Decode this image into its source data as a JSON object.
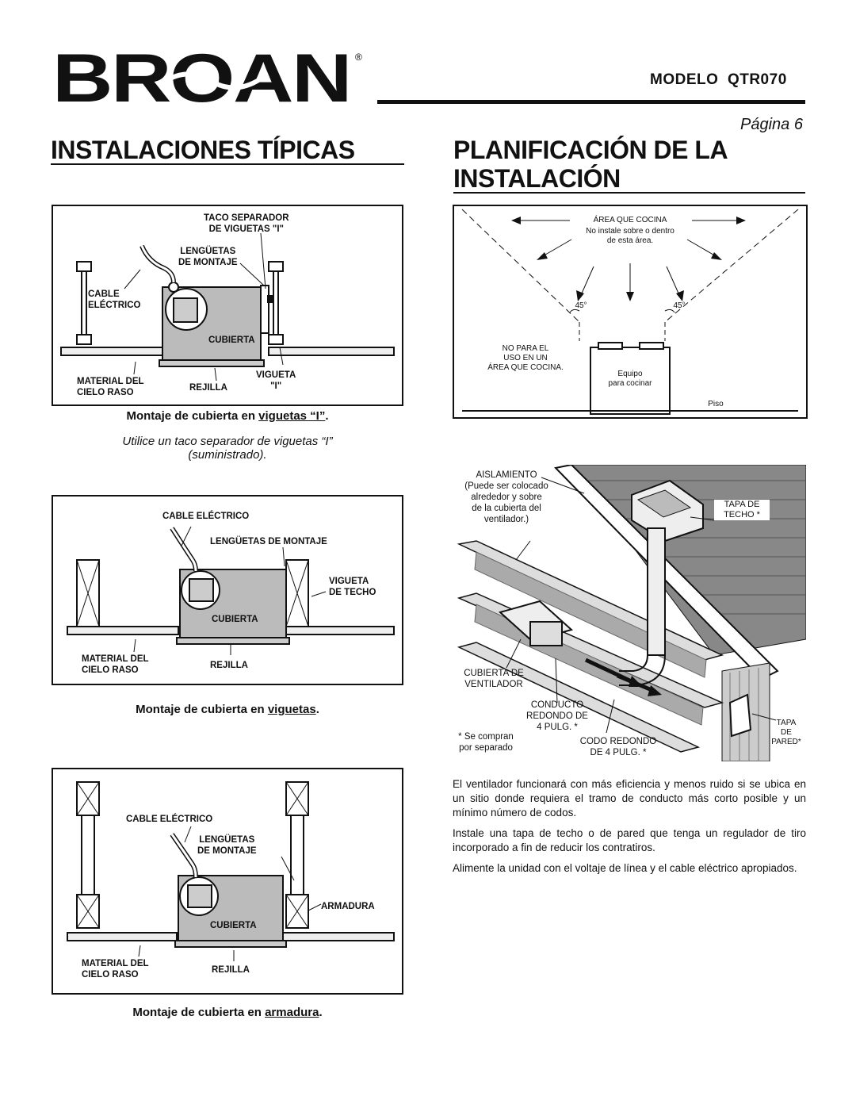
{
  "header": {
    "brand": "BROAN",
    "registered": "®",
    "model_label": "MODELO",
    "model_number": "QTR070",
    "page_label": "Página 6"
  },
  "left": {
    "title": "INSTALACIONES TÍPICAS",
    "fig1": {
      "taco": "TACO SEPARADOR",
      "taco2": "DE VIGUETAS \"I\"",
      "lenguetas": "LENGÜETAS",
      "lenguetas2": "DE MONTAJE",
      "cable": "CABLE",
      "cable2": "ELÉCTRICO",
      "cubierta": "CUBIERTA",
      "material": "MATERIAL DEL",
      "material2": "CIELO RASO",
      "rejilla": "REJILLA",
      "vigueta": "VIGUETA",
      "vigueta2": "\"I\"",
      "caption_prefix": "Montaje de cubierta en ",
      "caption_link": "viguetas “I”",
      "caption_suffix": ".",
      "note1": "Utilice un taco separador de viguetas “I”",
      "note2": "(suministrado)."
    },
    "fig2": {
      "cable": "CABLE ELÉCTRICO",
      "lenguetas": "LENGÜETAS DE MONTAJE",
      "vigueta": "VIGUETA",
      "vigueta2": "DE TECHO",
      "cubierta": "CUBIERTA",
      "material": "MATERIAL DEL",
      "material2": "CIELO RASO",
      "rejilla": "REJILLA",
      "caption_prefix": "Montaje de cubierta en ",
      "caption_link": "viguetas",
      "caption_suffix": "."
    },
    "fig3": {
      "cable": "CABLE ELÉCTRICO",
      "lenguetas": "LENGÜETAS",
      "lenguetas2": "DE MONTAJE",
      "armadura": "ARMADURA",
      "cubierta": "CUBIERTA",
      "material": "MATERIAL DEL",
      "material2": "CIELO RASO",
      "rejilla": "REJILLA",
      "caption_prefix": "Montaje de cubierta en ",
      "caption_link": "armadura",
      "caption_suffix": "."
    }
  },
  "right": {
    "title1": "PLANIFICACIÓN DE LA",
    "title2": "INSTALACIÓN",
    "cook": {
      "area": "ÁREA QUE COCINA",
      "no1": "No instale sobre o dentro",
      "no2": "de esta área.",
      "angle_left": "45°",
      "angle_right": "45°",
      "np1": "NO PARA EL",
      "np2": "USO EN UN",
      "np3": "ÁREA QUE COCINA.",
      "eq1": "Equipo",
      "eq2": "para cocinar",
      "piso": "Piso"
    },
    "attic": {
      "aisl1": "AISLAMIENTO",
      "aisl2": "(Puede ser colocado",
      "aisl3": "alrededor y sobre",
      "aisl4": "de la cubierta del",
      "aisl5": "ventilador.)",
      "tapa_techo1": "TAPA DE",
      "tapa_techo2": "TECHO *",
      "cub1": "CUBIERTA DE",
      "cub2": "VENTILADOR",
      "cond1": "CONDUCTO",
      "cond2": "REDONDO DE",
      "cond3": "4 PULG. *",
      "se1": "* Se compran",
      "se2": "por separado",
      "codo1": "CODO REDONDO",
      "codo2": "DE 4 PULG. *",
      "tapa_pared1": "TAPA",
      "tapa_pared2": "DE",
      "tapa_pared3": "PARED*"
    },
    "paragraphs": [
      "El ventilador funcionará con más eficiencia y menos ruido si se ubica en un sitio donde requiera el tramo de conducto más corto posible y un mínimo número de codos.",
      "Instale una tapa de techo o de pared que tenga un regulador de tiro incorporado a fin de reducir los contratiros.",
      "Alimente la unidad con el voltaje de línea y el cable eléctrico apropiados."
    ]
  }
}
